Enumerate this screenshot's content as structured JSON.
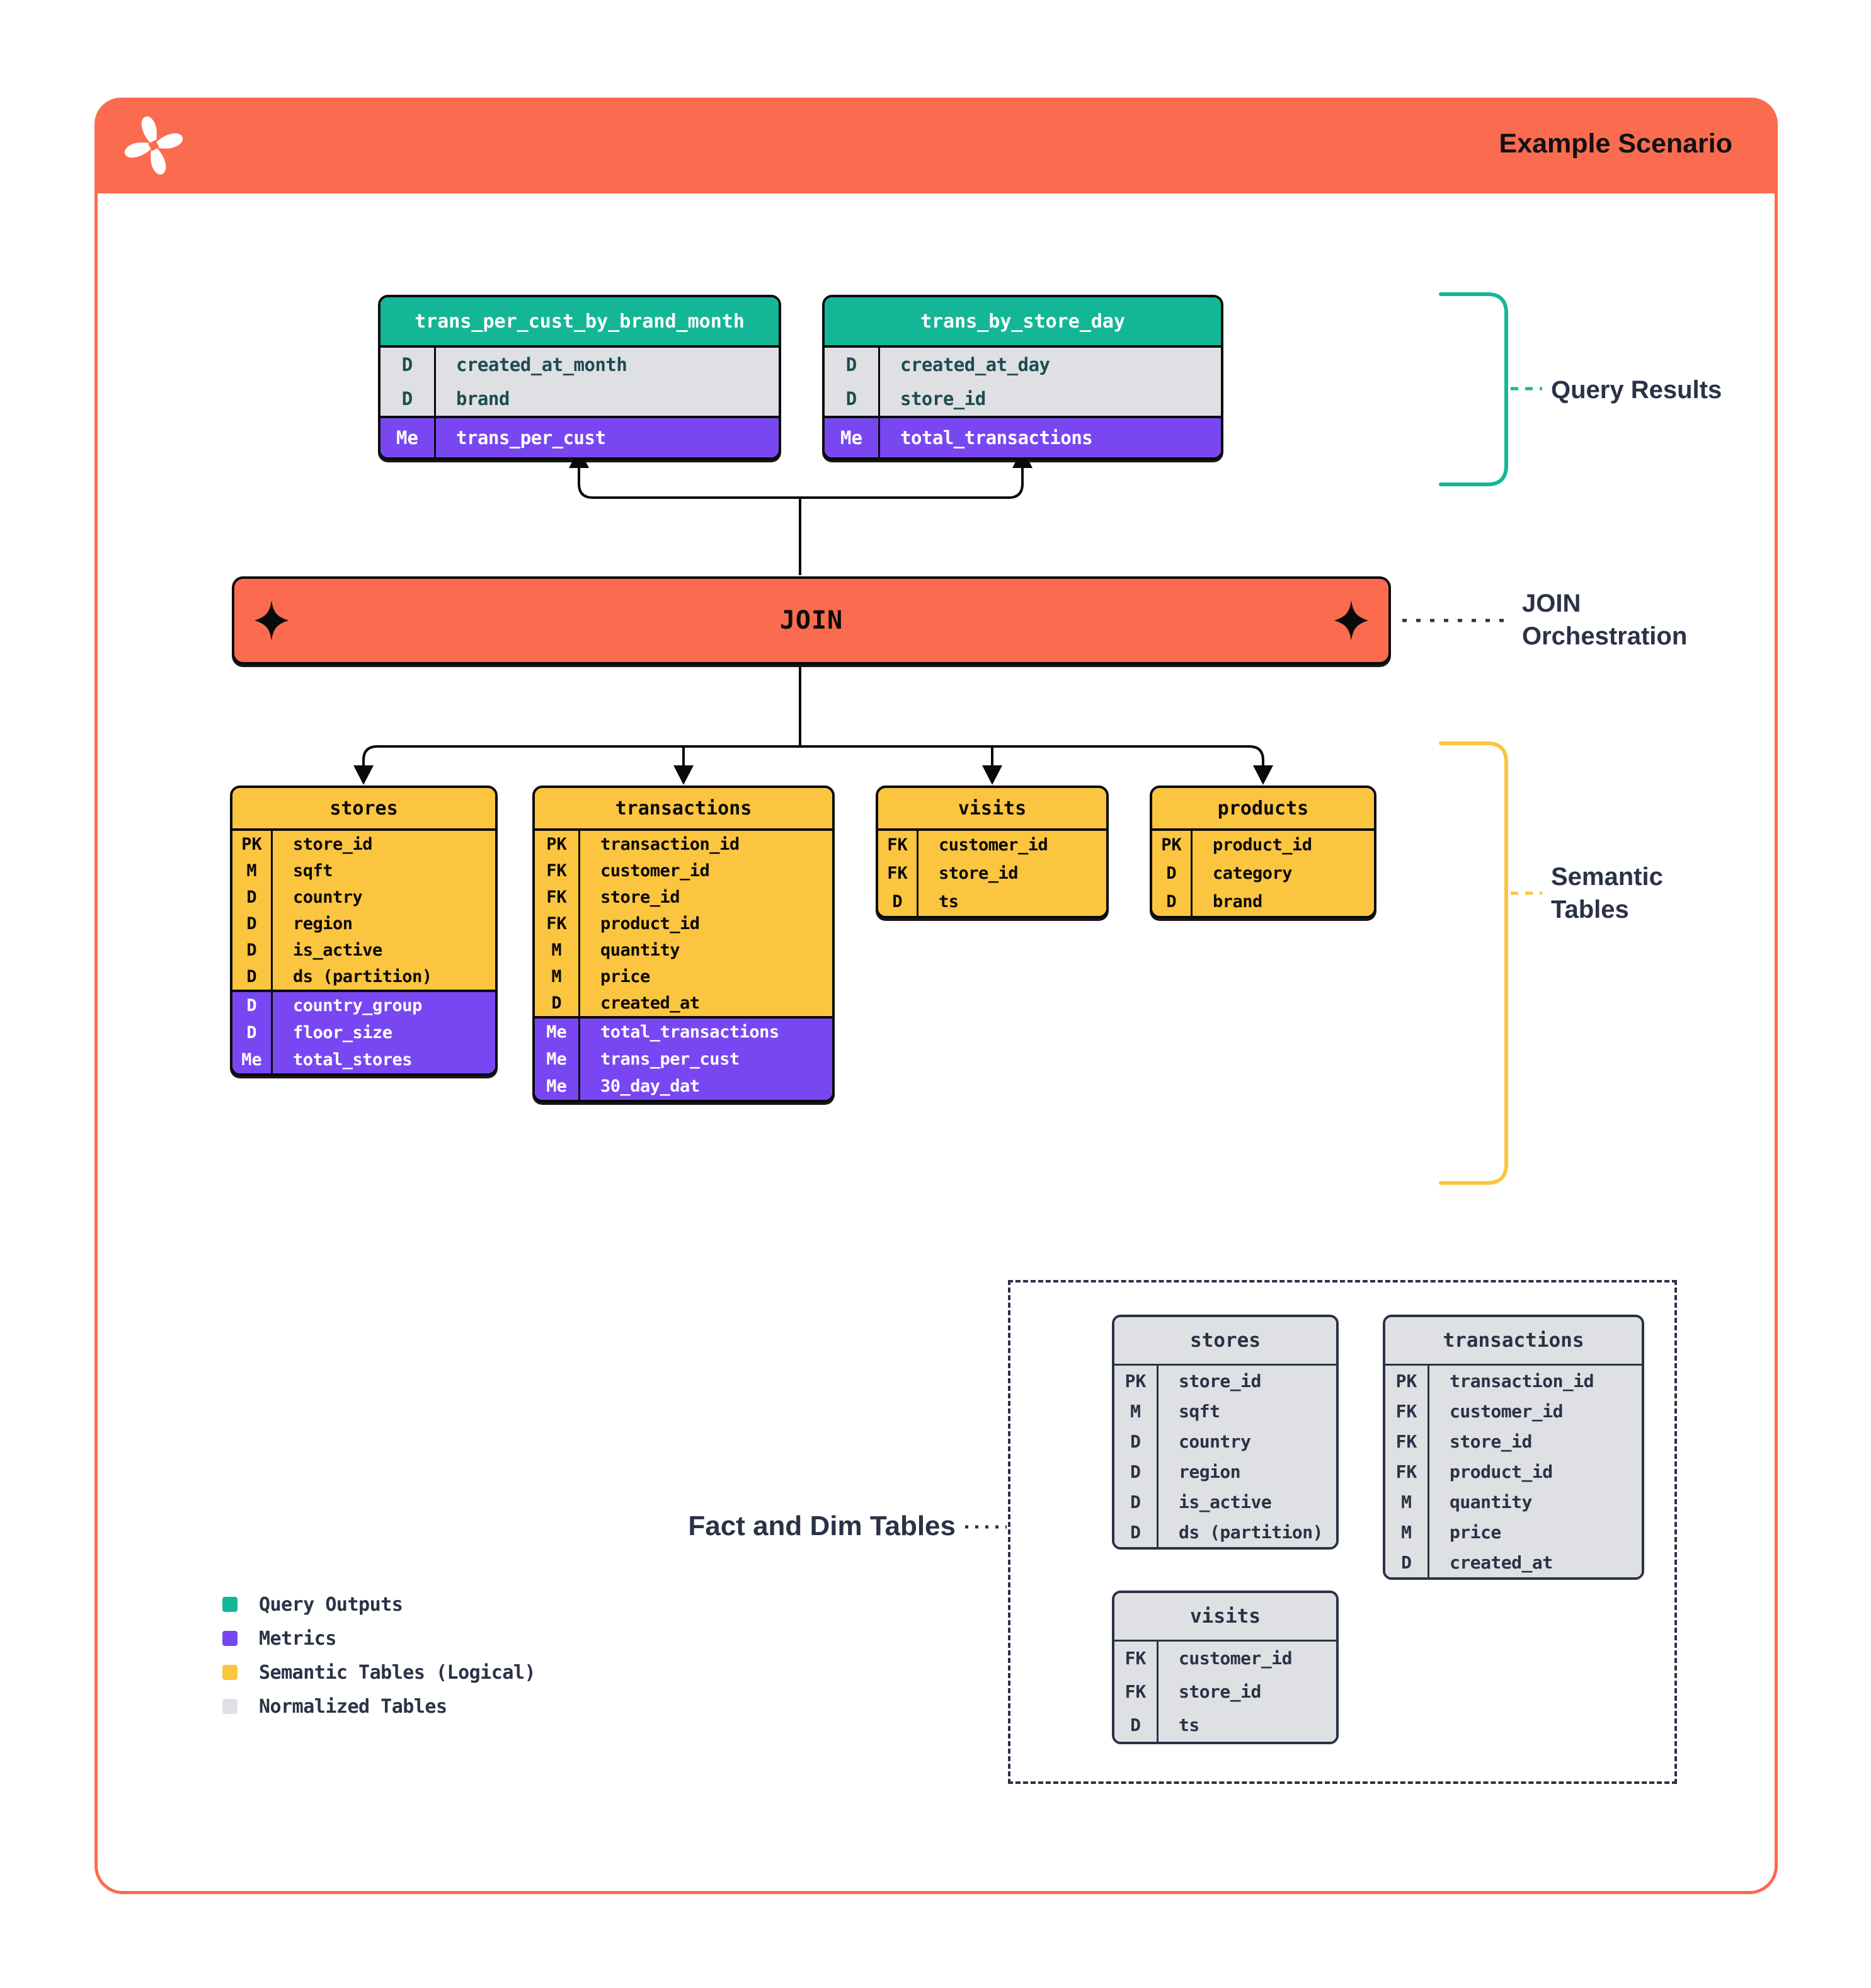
{
  "colors": {
    "orange": "#FB6B4F",
    "green": "#14B795",
    "purple": "#7847F2",
    "yellow": "#FBC53F",
    "gray": "#DEE0E3",
    "navy": "#2B3247",
    "teal": "#1E4B52",
    "ink": "#0A0A0A"
  },
  "header": {
    "title": "Example Scenario",
    "logo": "pinwheel-x"
  },
  "join": {
    "label": "JOIN"
  },
  "annotations": {
    "query_results": {
      "label": "Query Results"
    },
    "join_orchestration": {
      "line1": "JOIN",
      "line2": "Orchestration"
    },
    "semantic_tables": {
      "line1": "Semantic",
      "line2": "Tables"
    },
    "fact_dim": {
      "label": "Fact and Dim Tables"
    }
  },
  "query_tables": [
    {
      "name": "trans_per_cust_by_brand_month",
      "body": [
        {
          "k": "D",
          "f": "created_at_month"
        },
        {
          "k": "D",
          "f": "brand"
        }
      ],
      "metrics": [
        {
          "k": "Me",
          "f": "trans_per_cust"
        }
      ]
    },
    {
      "name": "trans_by_store_day",
      "body": [
        {
          "k": "D",
          "f": "created_at_day"
        },
        {
          "k": "D",
          "f": "store_id"
        }
      ],
      "metrics": [
        {
          "k": "Me",
          "f": "total_transactions"
        }
      ]
    }
  ],
  "semantic_tables": [
    {
      "name": "stores",
      "body": [
        {
          "k": "PK",
          "f": "store_id"
        },
        {
          "k": "M",
          "f": "sqft"
        },
        {
          "k": "D",
          "f": "country"
        },
        {
          "k": "D",
          "f": "region"
        },
        {
          "k": "D",
          "f": "is_active"
        },
        {
          "k": "D",
          "f": "ds (partition)"
        }
      ],
      "metrics": [
        {
          "k": "D",
          "f": "country_group"
        },
        {
          "k": "D",
          "f": "floor_size"
        },
        {
          "k": "Me",
          "f": "total_stores"
        }
      ]
    },
    {
      "name": "transactions",
      "body": [
        {
          "k": "PK",
          "f": "transaction_id"
        },
        {
          "k": "FK",
          "f": "customer_id"
        },
        {
          "k": "FK",
          "f": "store_id"
        },
        {
          "k": "FK",
          "f": "product_id"
        },
        {
          "k": "M",
          "f": "quantity"
        },
        {
          "k": "M",
          "f": "price"
        },
        {
          "k": "D",
          "f": "created_at"
        }
      ],
      "metrics": [
        {
          "k": "Me",
          "f": "total_transactions"
        },
        {
          "k": "Me",
          "f": "trans_per_cust"
        },
        {
          "k": "Me",
          "f": "30_day_dat"
        }
      ]
    },
    {
      "name": "visits",
      "body": [
        {
          "k": "FK",
          "f": "customer_id"
        },
        {
          "k": "FK",
          "f": "store_id"
        },
        {
          "k": "D",
          "f": "ts"
        }
      ]
    },
    {
      "name": "products",
      "body": [
        {
          "k": "PK",
          "f": "product_id"
        },
        {
          "k": "D",
          "f": "category"
        },
        {
          "k": "D",
          "f": "brand"
        }
      ]
    }
  ],
  "normalized_tables": [
    {
      "name": "stores",
      "body": [
        {
          "k": "PK",
          "f": "store_id"
        },
        {
          "k": "M",
          "f": "sqft"
        },
        {
          "k": "D",
          "f": "country"
        },
        {
          "k": "D",
          "f": "region"
        },
        {
          "k": "D",
          "f": "is_active"
        },
        {
          "k": "D",
          "f": "ds (partition)"
        }
      ]
    },
    {
      "name": "transactions",
      "body": [
        {
          "k": "PK",
          "f": "transaction_id"
        },
        {
          "k": "FK",
          "f": "customer_id"
        },
        {
          "k": "FK",
          "f": "store_id"
        },
        {
          "k": "FK",
          "f": "product_id"
        },
        {
          "k": "M",
          "f": "quantity"
        },
        {
          "k": "M",
          "f": "price"
        },
        {
          "k": "D",
          "f": "created_at"
        }
      ]
    },
    {
      "name": "visits",
      "body": [
        {
          "k": "FK",
          "f": "customer_id"
        },
        {
          "k": "FK",
          "f": "store_id"
        },
        {
          "k": "D",
          "f": "ts"
        }
      ]
    }
  ],
  "legend": {
    "items": [
      {
        "label": "Query Outputs",
        "color": "#14B795"
      },
      {
        "label": "Metrics",
        "color": "#7847F2"
      },
      {
        "label": "Semantic Tables (Logical)",
        "color": "#FBC53F"
      },
      {
        "label": "Normalized Tables",
        "color": "#DEE0E3"
      }
    ]
  }
}
